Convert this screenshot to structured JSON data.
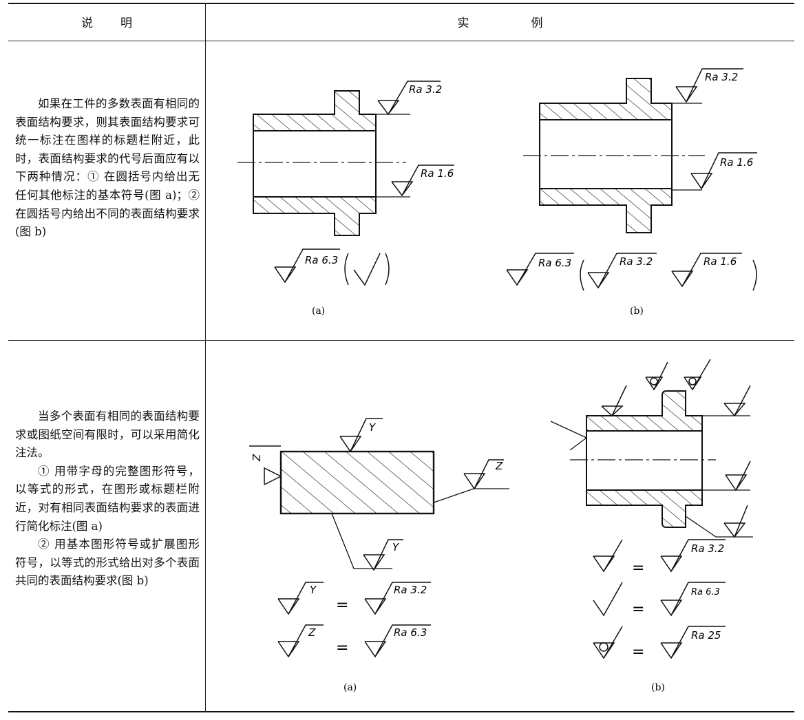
{
  "header": {
    "col1_left": "说",
    "col1_right": "明",
    "col2_left": "实",
    "col2_right": "例"
  },
  "row1": {
    "description": "如果在工件的多数表面有相同的表面结构要求，则其表面结构要求可统一标注在图样的标题栏附近，此时，表面结构要求的代号后面应有以下两种情况：① 在圆括号内给出无任何其他标注的基本符号(图 a)；② 在圆括号内给出不同的表面结构要求(图 b)",
    "fig_a": {
      "caption": "(a)",
      "label_top": "Ra 3.2",
      "label_mid": "Ra 1.6",
      "label_general": "Ra 6.3"
    },
    "fig_b": {
      "caption": "(b)",
      "label_top": "Ra 3.2",
      "label_mid": "Ra 1.6",
      "label_general": "Ra 6.3",
      "label_paren_1": "Ra 3.2",
      "label_paren_2": "Ra 1.6"
    }
  },
  "row2": {
    "description_1": "当多个表面有相同的表面结构要求或图纸空间有限时，可以采用简化注法。",
    "description_2": "① 用带字母的完整图形符号，以等式的形式，在图形或标题栏附近，对有相同表面结构要求的表面进行简化标注(图 a)",
    "description_3": "② 用基本图形符号或扩展图形符号，以等式的形式给出对多个表面共同的表面结构要求(图 b)",
    "fig_a": {
      "caption": "(a)",
      "letter_top": "Y",
      "letter_right": "Z",
      "letter_left": "Z",
      "letter_bottom": "Y",
      "eq1_letter": "Y",
      "eq1_value": "Ra 3.2",
      "eq2_letter": "Z",
      "eq2_value": "Ra 6.3",
      "equals": "="
    },
    "fig_b": {
      "caption": "(b)",
      "eq1_value": "Ra 3.2",
      "eq2_value": "Ra 6.3",
      "eq3_value": "Ra 25",
      "equals": "="
    }
  }
}
